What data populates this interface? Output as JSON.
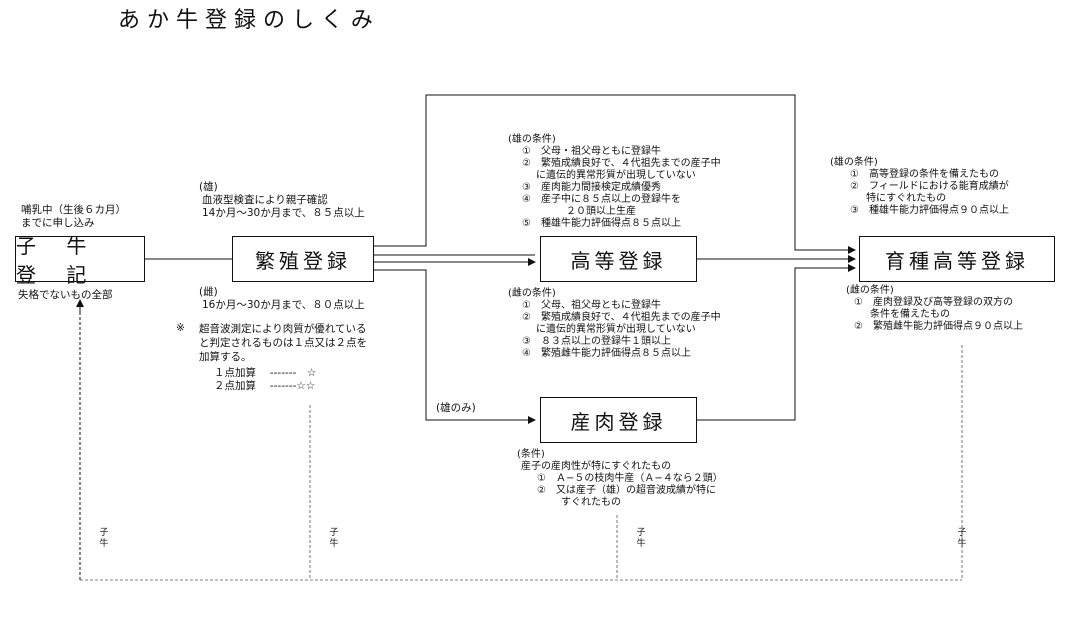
{
  "title": "あか牛登録のしくみ",
  "boxes": {
    "koushi": "子 牛 登 記",
    "hanshoku": "繁殖登録",
    "koutou": "高等登録",
    "sanniku": "産肉登録",
    "ikushu": "育種高等登録"
  },
  "koushi_notes": {
    "above": [
      "哺乳中（生後６カ月）",
      "までに申し込み"
    ],
    "below": "失格でないもの全部"
  },
  "hanshoku_notes": {
    "male_header": "(雄)",
    "male_lines": [
      "血液型検査により親子確認",
      "14か月〜30か月まで、８５点以上"
    ],
    "female_header": "(雌)",
    "female_line": "16か月〜30か月まで、８０点以上",
    "note_mark": "※",
    "note_lines": [
      "超音波測定により肉質が優れている",
      "と判定されるものは１点又は２点を",
      "加算する。"
    ],
    "plus1": "１点加算　 -------　☆",
    "plus2": "２点加算　 -------☆☆"
  },
  "koutou_male": {
    "header": "(雄の条件)",
    "lines": [
      "①　父母・祖父母ともに登録牛",
      "②　繁殖成績良好で、４代祖先までの産子中",
      "に遺伝的異常形質が出現していない",
      "③　産肉能力間接検定成績優秀",
      "④　産子中に８５点以上の登録牛を",
      "２０頭以上生産",
      "⑤　種雄牛能力評価得点８５点以上"
    ]
  },
  "koutou_female": {
    "header": "(雌の条件)",
    "lines": [
      "①　父母、祖父母ともに登録牛",
      "②　繁殖成績良好で、４代祖先までの産子中",
      "に遺伝的異常形質が出現していない",
      "③　８３点以上の登録牛１頭以上",
      "④　繁殖雌牛能力評価得点８５点以上"
    ]
  },
  "ikushu_male": {
    "header": "(雄の条件)",
    "lines": [
      "①　高等登録の条件を備えたもの",
      "②　フィールドにおける能育成績が",
      "特にすぐれたもの",
      "③　種雄牛能力評価得点９０点以上"
    ]
  },
  "ikushu_female": {
    "header": "(雌の条件)",
    "lines": [
      "①　産肉登録及び高等登録の双方の",
      "条件を備えたもの",
      "②　繁殖雌牛能力評価得点９０点以上"
    ]
  },
  "sanniku_note": "(雄のみ)",
  "sanniku_cond": {
    "header": "(条件)",
    "lines": [
      "産子の産肉性が特にすぐれたもの",
      "①　Ａ−５の枝肉牛産（Ａ−４なら２頭）",
      "②　又は産子（雄）の超音波成績が特に",
      "すぐれたもの"
    ]
  },
  "calf_labels": [
    "子牛",
    "子牛",
    "子牛",
    "子牛"
  ]
}
